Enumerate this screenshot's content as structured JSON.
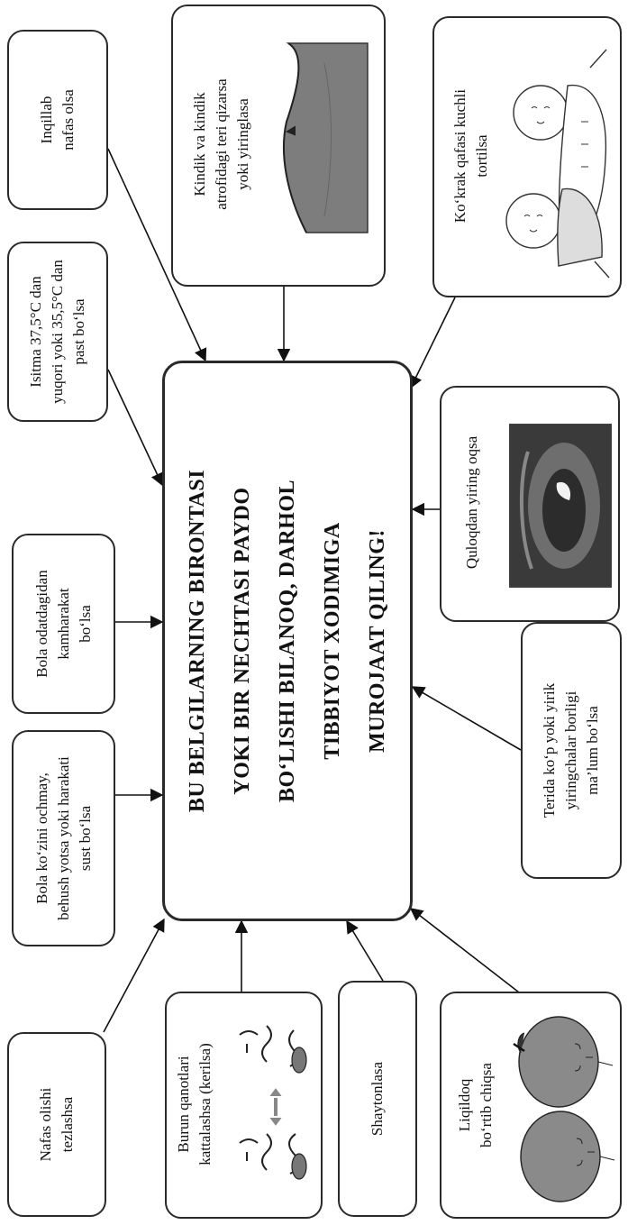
{
  "central": {
    "line1": "BU BELGILARNING BIRONTASI",
    "line2": "YOKI BIR NECHTASI PAYDO",
    "line3": "BO‘LISHI BILANOQ, DARHOL",
    "line4": "TIBBIYOT XODIMIGA",
    "line5": "MUROJAAT QILING!"
  },
  "signs": {
    "inqillab": {
      "line1": "Inqillab",
      "line2": "nafas olsa"
    },
    "isitma": {
      "line1": "Isitma 37,5°C dan",
      "line2": "yuqori yoki 35,5°C dan",
      "line3": "past bo‘lsa"
    },
    "kamharakat": {
      "line1": "Bola odatdagidan",
      "line2": "kamharakat",
      "line3": "bo‘lsa"
    },
    "kozini": {
      "line1": "Bola ko‘zini ochmay,",
      "line2": "behush yotsa yoki harakati",
      "line3": "sust bo‘lsa"
    },
    "nafas_tez": {
      "line1": "Nafas olishi",
      "line2": "tezlashsa"
    },
    "kindik": {
      "line1": "Kindik va kindik",
      "line2": "atrofidagi teri qizarsa",
      "line3": "yoki yiringlasa"
    },
    "kokrak": {
      "line1": "Ko‘krak qafasi kuchli",
      "line2": "tortilsa"
    },
    "quloq": {
      "line1": "Quloqdan yiring oqsa"
    },
    "terida": {
      "line1": "Terida ko‘p yoki yirik",
      "line2": "yiringchalar borligi",
      "line3": "ma’lum bo‘lsa"
    },
    "liqildoq": {
      "line1": "Liqildoq",
      "line2": "bo‘rtib chiqsa"
    },
    "shaytonlasa": {
      "line1": "Shaytonlasa"
    },
    "burun": {
      "line1": "Burun qanotlari",
      "line2": "kattalashsa (kerilsa)"
    }
  },
  "icons": [
    "belly-illustration",
    "baby-chest-illustration",
    "ear-photo",
    "infant-head-illustration",
    "nose-face-illustration"
  ],
  "colors": {
    "line": "#2a2a2a",
    "fill": "#ffffff",
    "shade": "#8a8a8a"
  }
}
